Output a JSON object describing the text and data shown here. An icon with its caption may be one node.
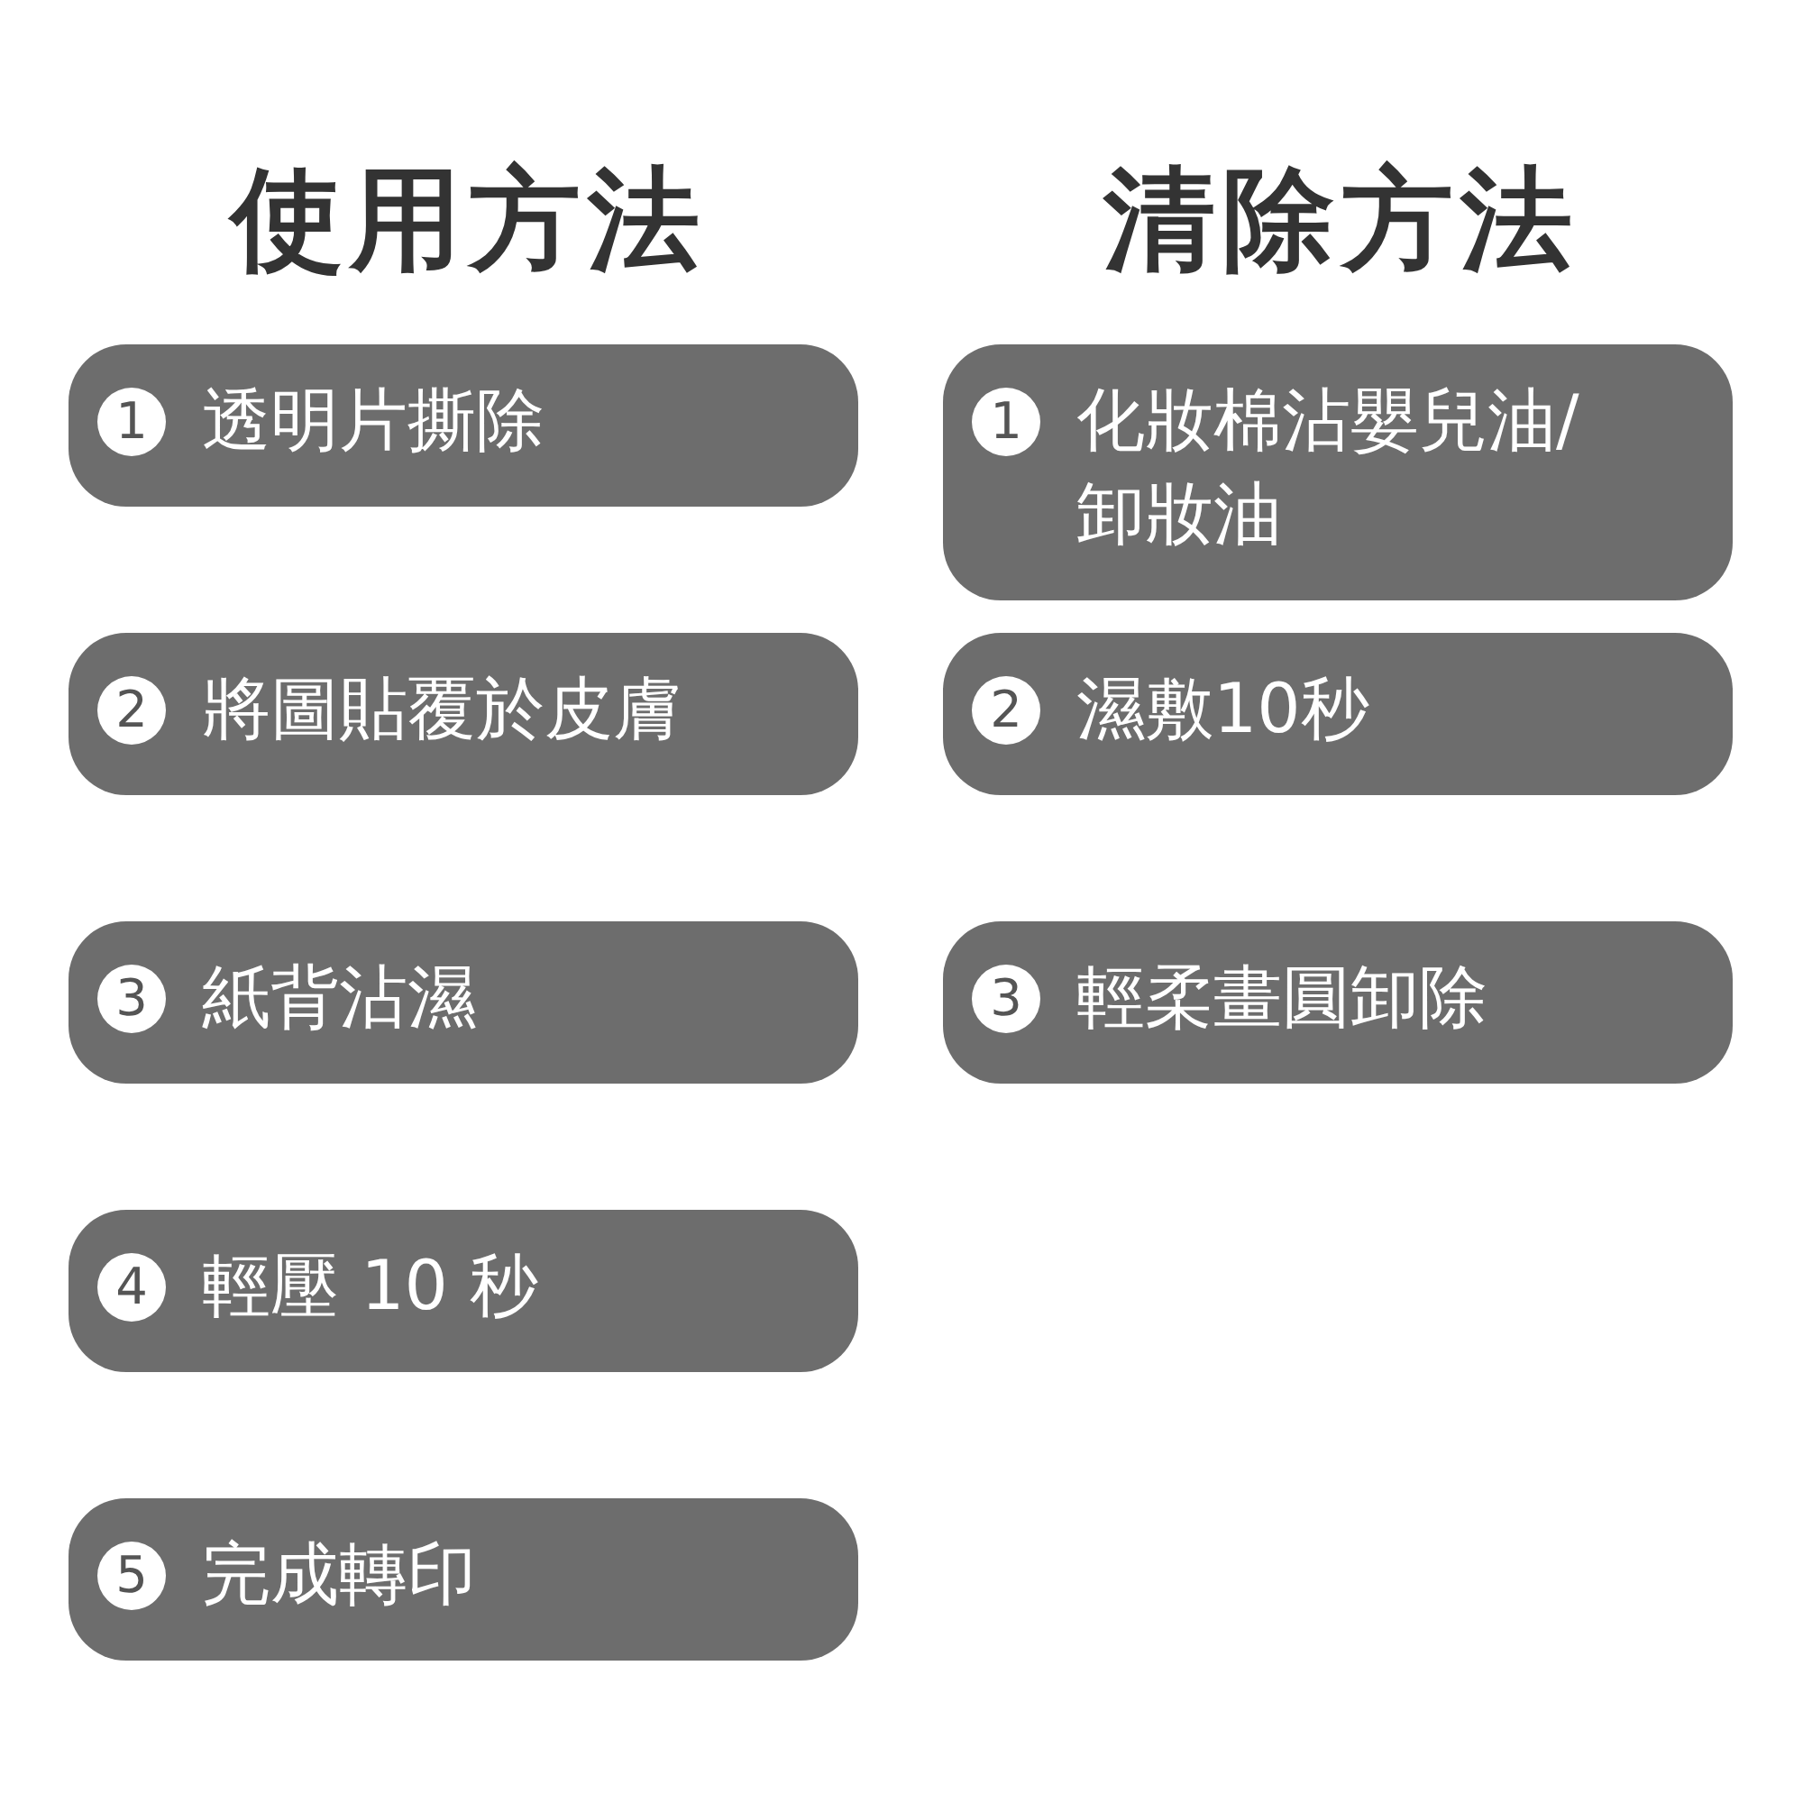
{
  "diagram": {
    "nodes": [
      {
        "text": [
          "1",
          "透明片撕除"
        ]
      },
      {
        "text": [
          "2",
          "將圖貼覆於皮膚"
        ]
      },
      {
        "text": [
          "3",
          "紙背沾濕"
        ]
      },
      {
        "text": [
          "4",
          "輕壓 10 秒"
        ]
      },
      {
        "text": [
          "5",
          "完成轉印"
        ]
      },
      {
        "text": [
          "1",
          "化妝棉沾嬰兒油/卸妝油"
        ]
      },
      {
        "text": [
          "2",
          "濕敷10秒"
        ]
      },
      {
        "text": [
          "3",
          "輕柔畫圓卸除"
        ]
      }
    ],
    "edges": [],
    "labels": [
      "使用方法",
      "清除方法"
    ]
  }
}
